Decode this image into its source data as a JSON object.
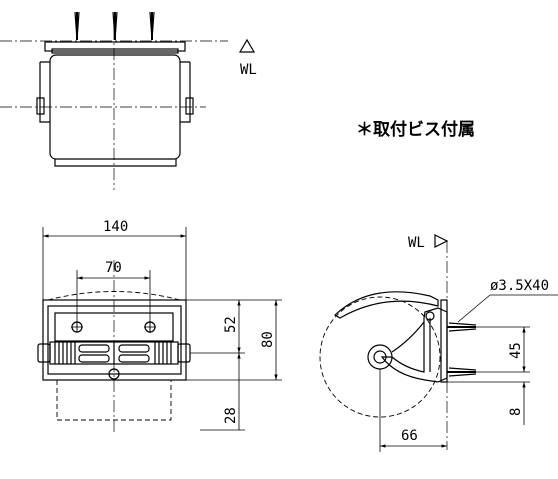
{
  "labels": {
    "wl_top": "WL",
    "wl_side": "WL",
    "note": "＊取付ビス付属",
    "screw": "ø3.5X40"
  },
  "dimensions": {
    "width_overall": "140",
    "hole_pitch": "70",
    "height_upper": "52",
    "height_overall": "80",
    "height_lower": "28",
    "depth": "66",
    "side_height": "45",
    "side_offset": "8"
  }
}
